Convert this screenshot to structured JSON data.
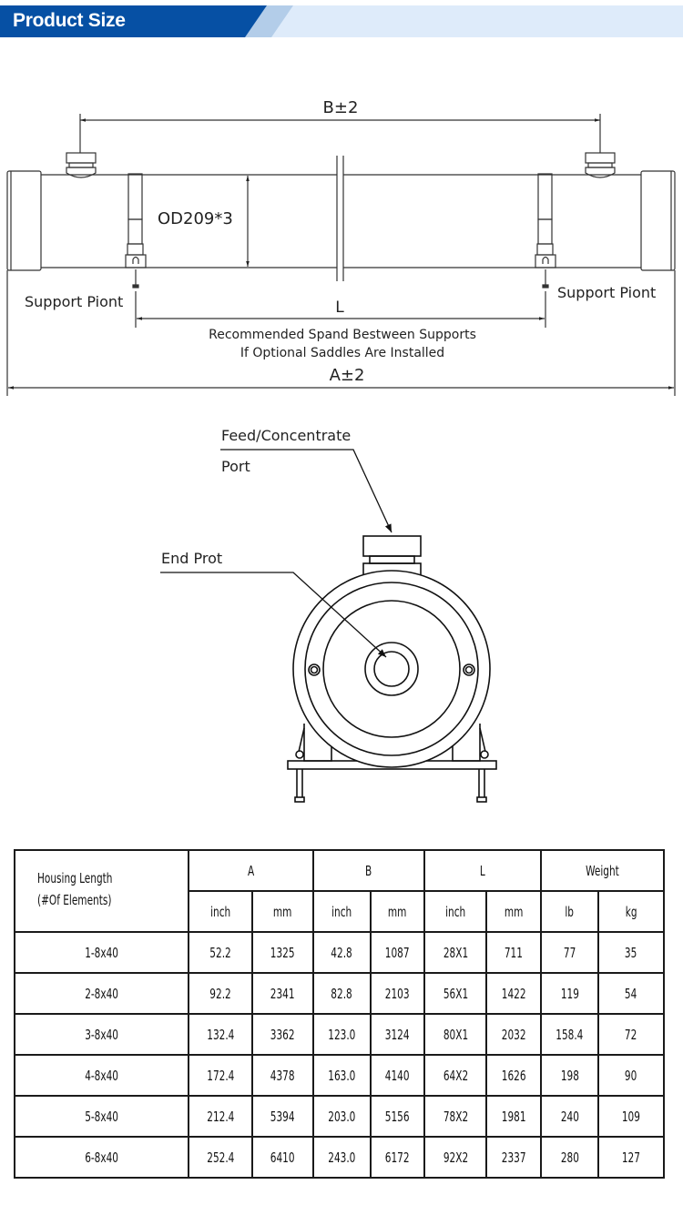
{
  "header": {
    "title": "Product Size",
    "colors": {
      "primary": "#0650a4",
      "secondary": "#b3cde9",
      "tertiary": "#deebfa"
    }
  },
  "side_view": {
    "dim_b": "B±2",
    "outer_diameter": "OD209*3",
    "support_left": "Support Piont",
    "support_right": "Support Piont",
    "dim_l": "L",
    "note_line1": "Recommended Spand Bestween Supports",
    "note_line2": "If Optional Saddles Are Installed",
    "dim_a": "A±2"
  },
  "end_view": {
    "feed_label_line1": "Feed/Concentrate",
    "feed_label_line2": "Port",
    "end_port_label": "End Prot"
  },
  "table": {
    "first_header_line1": "Housing Length",
    "first_header_line2": "(#Of Elements)",
    "groups": [
      {
        "label": "A",
        "units": [
          "inch",
          "mm"
        ]
      },
      {
        "label": "B",
        "units": [
          "inch",
          "mm"
        ]
      },
      {
        "label": "L",
        "units": [
          "inch",
          "mm"
        ]
      },
      {
        "label": "Weight",
        "units": [
          "lb",
          "kg"
        ]
      }
    ],
    "rows": [
      {
        "model": "1-8x40",
        "a_inch": "52.2",
        "a_mm": "1325",
        "b_inch": "42.8",
        "b_mm": "1087",
        "l_inch": "28X1",
        "l_mm": "711",
        "w_lb": "77",
        "w_kg": "35"
      },
      {
        "model": "2-8x40",
        "a_inch": "92.2",
        "a_mm": "2341",
        "b_inch": "82.8",
        "b_mm": "2103",
        "l_inch": "56X1",
        "l_mm": "1422",
        "w_lb": "119",
        "w_kg": "54"
      },
      {
        "model": "3-8x40",
        "a_inch": "132.4",
        "a_mm": "3362",
        "b_inch": "123.0",
        "b_mm": "3124",
        "l_inch": "80X1",
        "l_mm": "2032",
        "w_lb": "158.4",
        "w_kg": "72"
      },
      {
        "model": "4-8x40",
        "a_inch": "172.4",
        "a_mm": "4378",
        "b_inch": "163.0",
        "b_mm": "4140",
        "l_inch": "64X2",
        "l_mm": "1626",
        "w_lb": "198",
        "w_kg": "90"
      },
      {
        "model": "5-8x40",
        "a_inch": "212.4",
        "a_mm": "5394",
        "b_inch": "203.0",
        "b_mm": "5156",
        "l_inch": "78X2",
        "l_mm": "1981",
        "w_lb": "240",
        "w_kg": "109"
      },
      {
        "model": "6-8x40",
        "a_inch": "252.4",
        "a_mm": "6410",
        "b_inch": "243.0",
        "b_mm": "6172",
        "l_inch": "92X2",
        "l_mm": "2337",
        "w_lb": "280",
        "w_kg": "127"
      }
    ]
  }
}
